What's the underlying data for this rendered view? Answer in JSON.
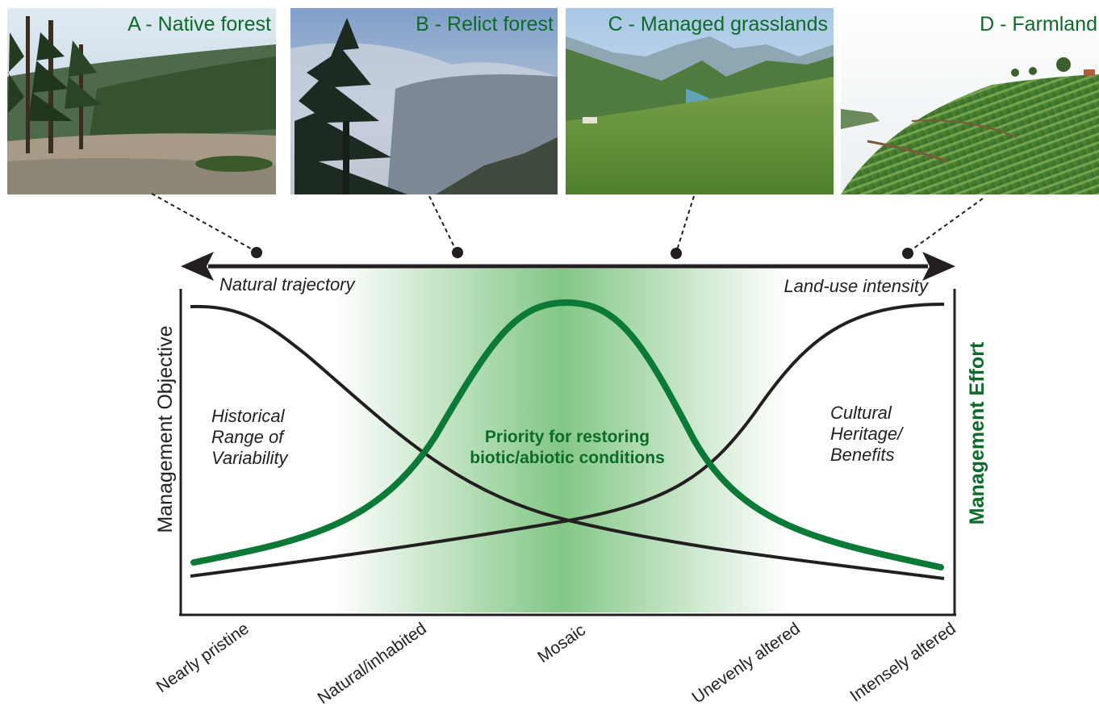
{
  "photos": [
    {
      "title": "A - Native forest"
    },
    {
      "title": "B - Relict forest"
    },
    {
      "title": "C - Managed grasslands"
    },
    {
      "title": "D - Farmland"
    }
  ],
  "arrow": {
    "left_label": "Natural trajectory",
    "right_label": "Land-use intensity"
  },
  "axes": {
    "left_title": "Management Objective",
    "right_title": "Management Effort"
  },
  "regions": {
    "left_lines": [
      "Historical",
      "Range of",
      "Variability"
    ],
    "right_lines": [
      "Cultural",
      "Heritage/",
      "Benefits"
    ],
    "center_lines": [
      "Priority for restoring",
      "biotic/abiotic conditions"
    ]
  },
  "x_ticks": [
    "Nearly pristine",
    "Natural/inhabited",
    "Mosaic",
    "Unevenly altered",
    "Intensely altered"
  ],
  "colors": {
    "green": "#0d6b2a",
    "curve_green": "#0b7a36",
    "dark": "#231f20",
    "band_green": "#7cc47f"
  }
}
